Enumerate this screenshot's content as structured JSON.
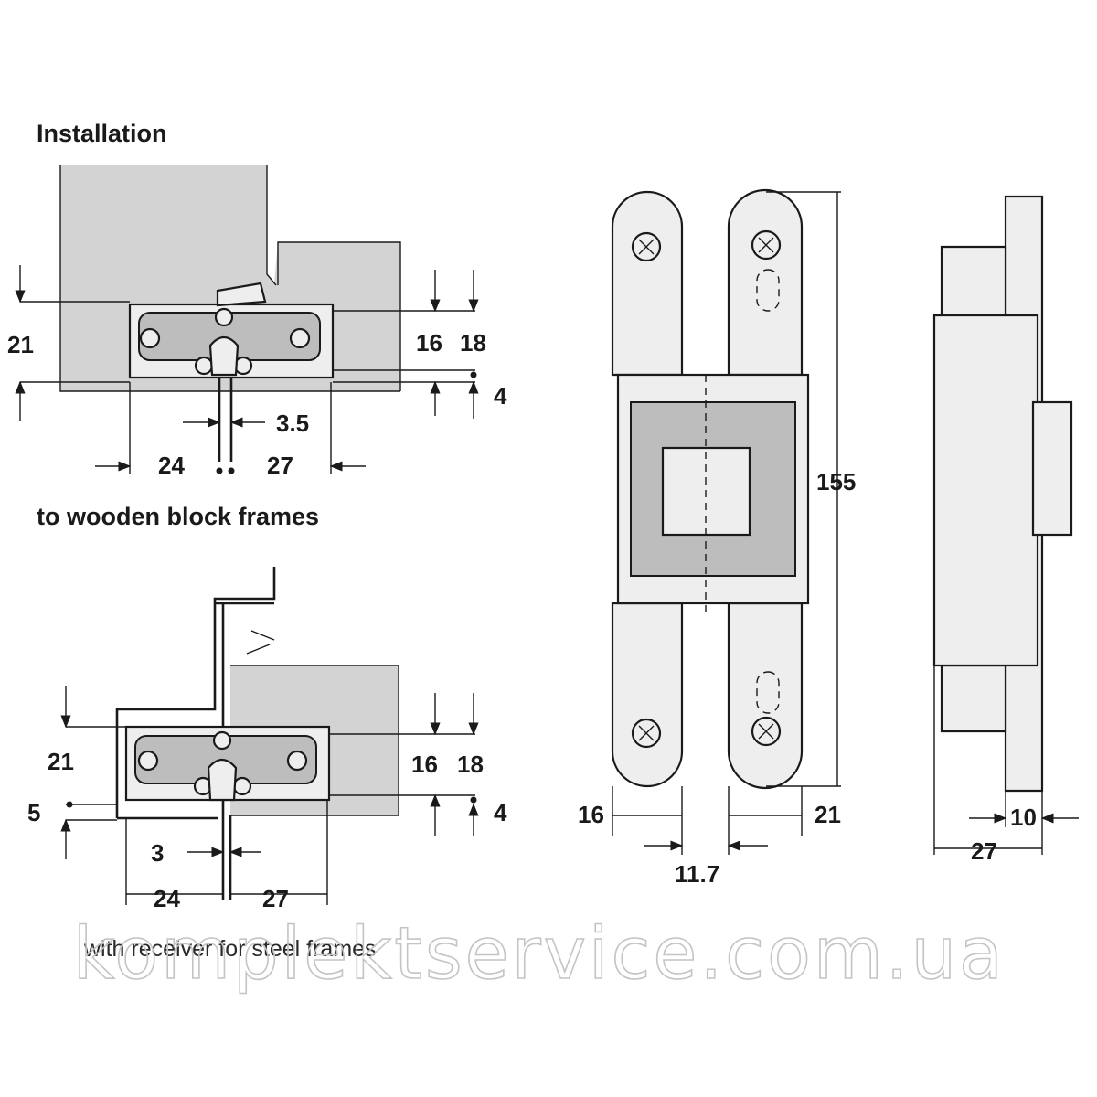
{
  "titles": {
    "installation": "Installation",
    "wooden_frames": "to wooden block frames",
    "bottom_caption": "with receiver for steel frames"
  },
  "watermark": "komplektservice.com.ua",
  "dimensions": {
    "top_left": {
      "height_21": "21",
      "d16": "16",
      "d18": "18",
      "d4": "4",
      "gap": "3.5",
      "left": "24",
      "right": "27"
    },
    "bottom_left": {
      "height_21": "21",
      "d16": "16",
      "d18": "18",
      "d4": "4",
      "d5": "5",
      "gap": "3",
      "left": "24",
      "right": "27"
    },
    "front_view": {
      "length": "155",
      "left_width": "16",
      "right_width": "21",
      "gap": "11.7"
    },
    "side_view": {
      "thickness": "10",
      "depth": "27"
    }
  },
  "colors": {
    "line": "#1a1a1a",
    "fill_grey": "#d3d3d3",
    "part_fill": "#eeeeee"
  }
}
